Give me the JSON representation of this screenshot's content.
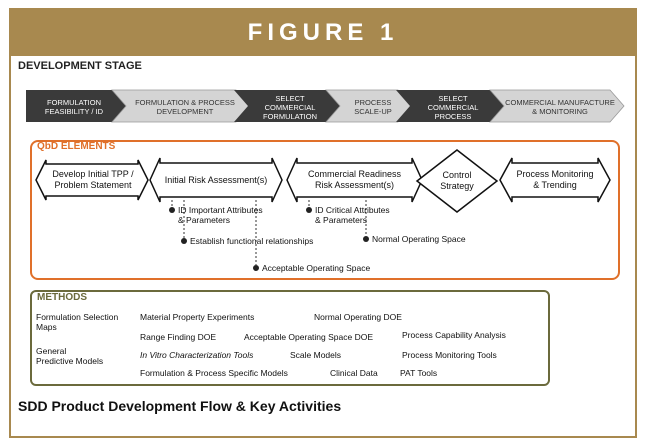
{
  "figure_title": "FIGURE 1",
  "stage_heading": "DEVELOPMENT STAGE",
  "stages": [
    {
      "label": "FORMULATION\nFEASIBILITY / ID",
      "style": "dark"
    },
    {
      "label": "FORMULATION & PROCESS\nDEVELOPMENT",
      "style": "light"
    },
    {
      "label": "SELECT\nCOMMERCIAL\nFORMULATION",
      "style": "dark"
    },
    {
      "label": "PROCESS\nSCALE-UP",
      "style": "light"
    },
    {
      "label": "SELECT\nCOMMERCIAL\nPROCESS",
      "style": "dark"
    },
    {
      "label": "COMMERCIAL MANUFACTURE\n& MONITORING",
      "style": "light"
    }
  ],
  "qbd": {
    "heading": "QbD ELEMENTS",
    "elements": [
      "Develop Initial TPP /\nProblem Statement",
      "Initial Risk Assessment(s)",
      "Commercial Readiness\nRisk Assessment(s)",
      "Control\nStrategy",
      "Process Monitoring\n& Trending"
    ],
    "initial_bullets": [
      "ID Important  Attributes\n& Parameters",
      "Establish functional relationships",
      "Acceptable Operating Space"
    ],
    "commercial_bullets": [
      "ID Critical Attributes\n& Parameters",
      "Normal Operating Space"
    ]
  },
  "methods": {
    "heading": "METHODS",
    "items": [
      {
        "text": "Formulation  Selection\nMaps",
        "italic": false
      },
      {
        "text": "General\nPredictive Models",
        "italic": false
      },
      {
        "text": "Material Property  Experiments",
        "italic": false
      },
      {
        "text": "Range Finding DOE",
        "italic": false
      },
      {
        "text": "In Vitro Characterization Tools",
        "italic": true
      },
      {
        "text": "Formulation  & Process Specific Models",
        "italic": false
      },
      {
        "text": "Normal Operating DOE",
        "italic": false
      },
      {
        "text": "Acceptable Operating Space DOE",
        "italic": false
      },
      {
        "text": "Scale Models",
        "italic": false
      },
      {
        "text": "Clinical Data",
        "italic": false
      },
      {
        "text": "Process Capability Analysis",
        "italic": false
      },
      {
        "text": "Process Monitoring  Tools",
        "italic": false
      },
      {
        "text": "PAT Tools",
        "italic": false
      }
    ]
  },
  "caption": "SDD Product Development Flow & Key Activities",
  "colors": {
    "banner": "#a8894f",
    "stage_dark": "#3a3a3a",
    "stage_light": "#d4d4d4",
    "qbd_border": "#e0702a",
    "methods_border": "#6b6a3c"
  }
}
